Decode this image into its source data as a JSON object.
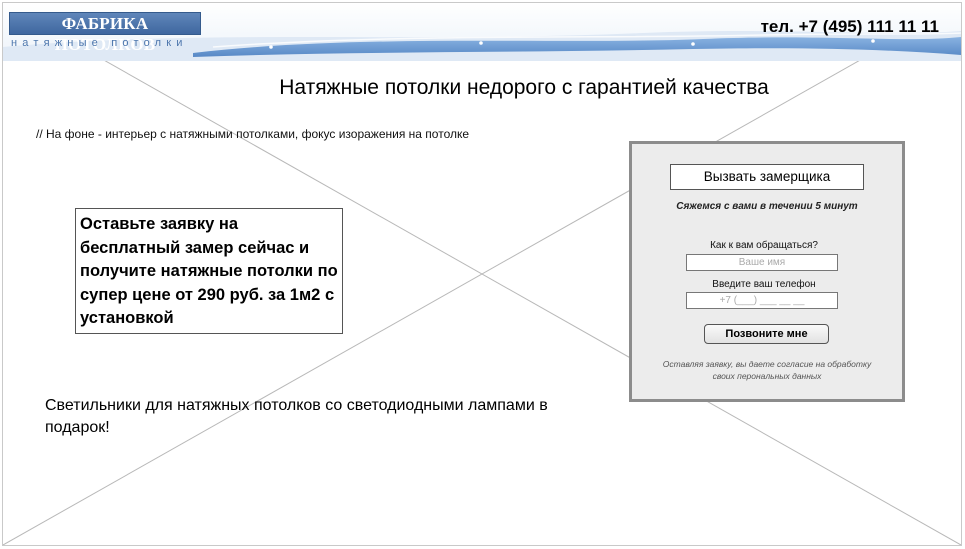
{
  "header": {
    "logo_title": "ФАБРИКА ПОТОЛКОВ",
    "logo_subtitle": "натяжные потолки",
    "phone": "тел. +7 (495) 111 11 11"
  },
  "hero": {
    "headline": "Натяжные потолки недорого с гарантией качества",
    "background_note": "// На фоне - интерьер с натяжными потолками, фокус изоражения на потолке",
    "offer": "Оставьте заявку на бесплатный замер сейчас и получите натяжные потолки по супер цене от 290 руб. за 1м2 с установкой",
    "gift": "Светильники для натяжных потолков со светодиодными лампами в подарок!"
  },
  "form": {
    "cta_label": "Вызвать замерщика",
    "subtitle": "Сяжемся с вами в течении 5 минут",
    "name_label": "Как к вам обращаться?",
    "name_placeholder": "Ваше имя",
    "phone_label": "Введите ваш телефон",
    "phone_placeholder": "+7 (___) ___ __ __",
    "submit_label": "Позвоните мне",
    "consent": "Оставляя заявку, вы даете согласие на обработку своих перональных данных"
  },
  "colors": {
    "logo_blue": "#4e77ad",
    "header_wave": "#5b8fd0",
    "form_bg": "#ececec",
    "form_border": "#8c8c8c"
  }
}
